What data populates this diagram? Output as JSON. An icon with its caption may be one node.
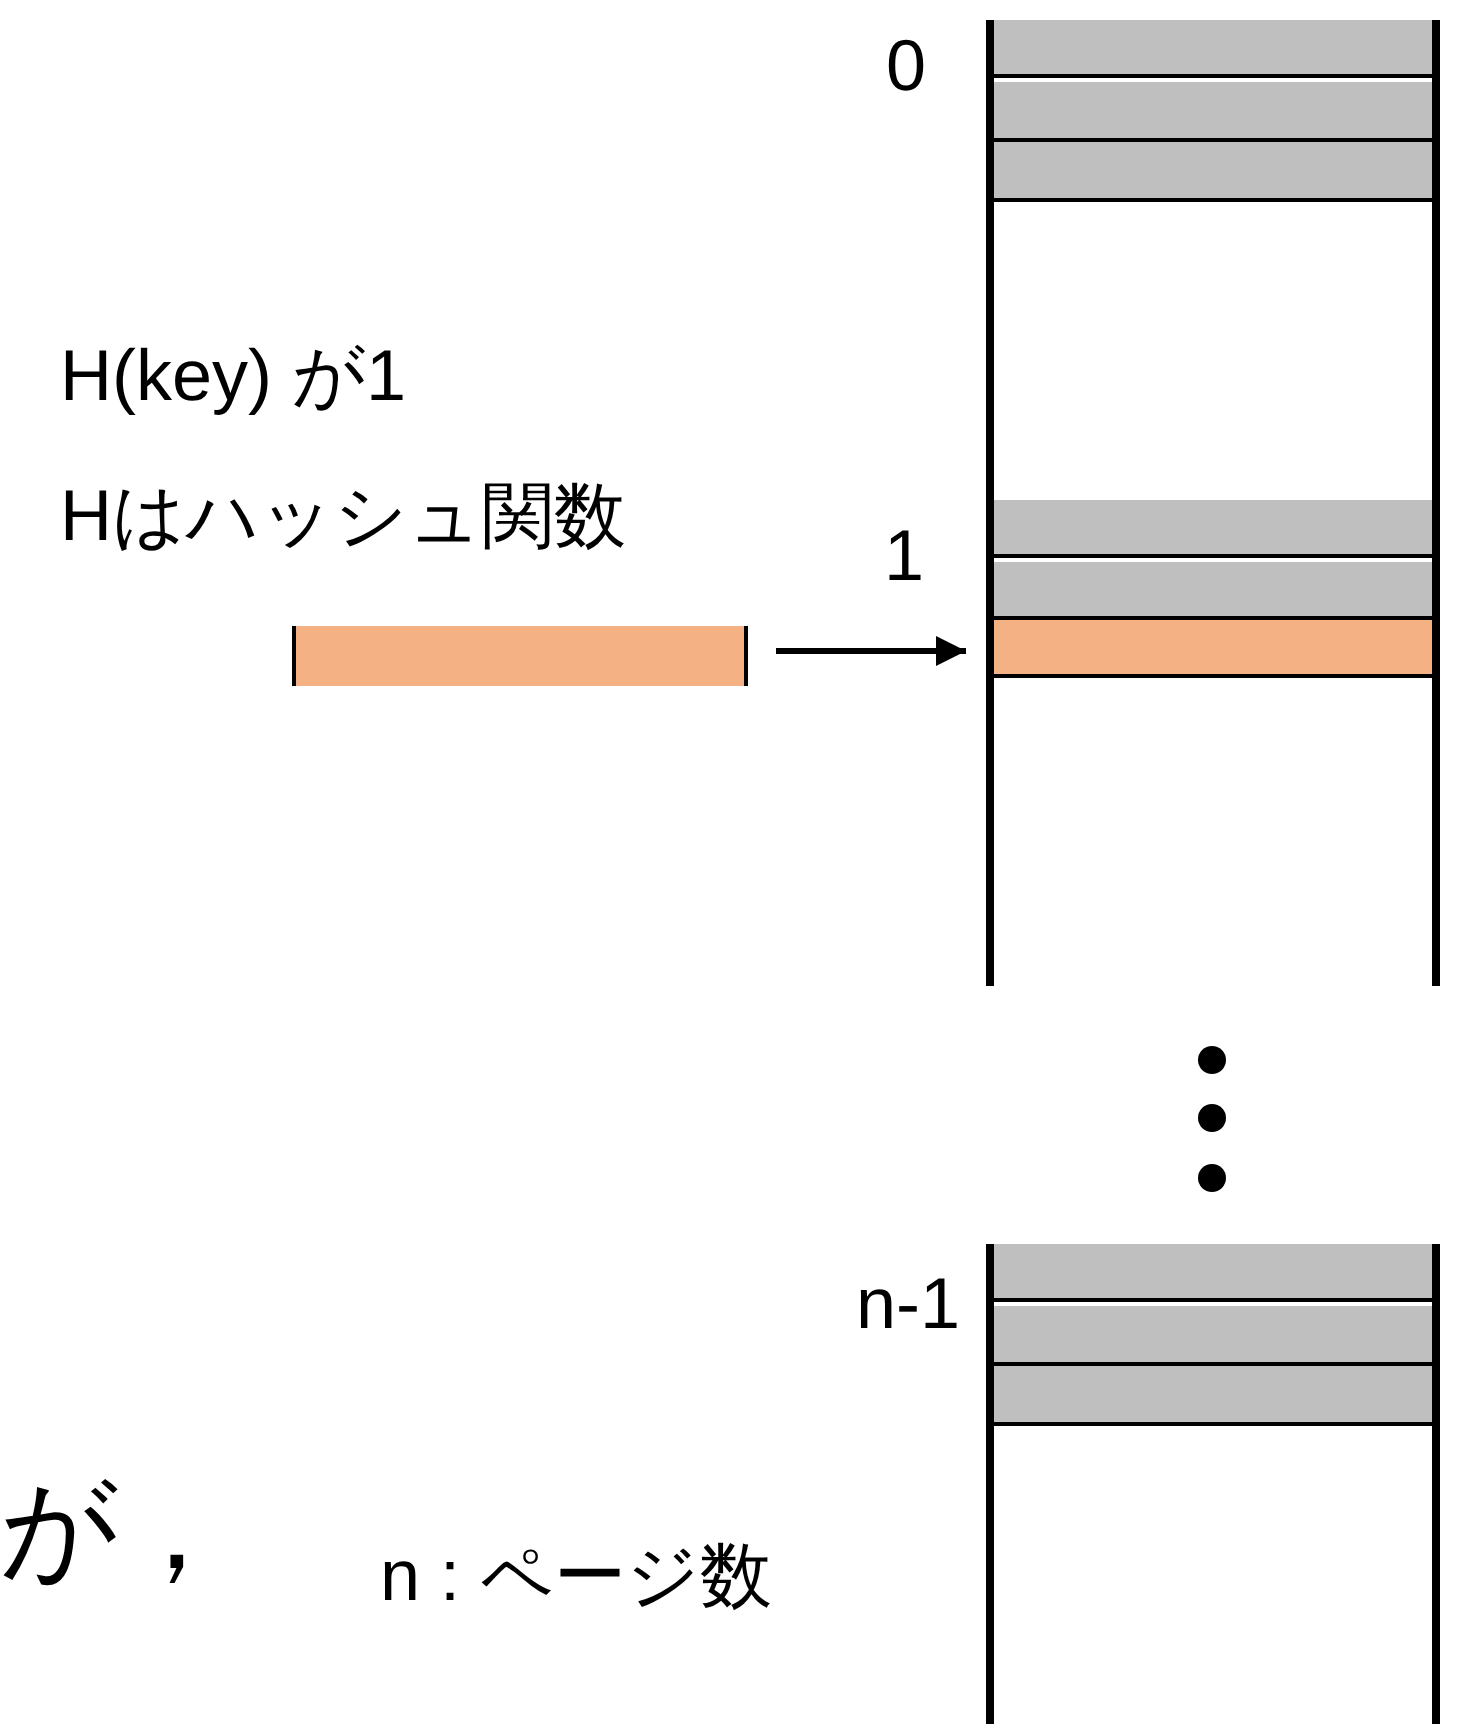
{
  "diagram": {
    "nodes": [
      {
        "text": [],
        "shape": "box",
        "beside": [
          "0"
        ]
      },
      {
        "text": [],
        "shape": "box",
        "beside": [
          "1"
        ]
      },
      {
        "text": [],
        "shape": "bar",
        "in": 1
      },
      {
        "text": [],
        "shape": "box",
        "beside": [
          "n-1"
        ]
      },
      {
        "text": [],
        "shape": "bar"
      }
    ],
    "edges": [
      {
        "from": 4,
        "to": 2,
        "arrow": "to"
      }
    ],
    "labels": [
      "H(key) が1",
      "Hはハッシュ関数",
      "が，",
      "n : ページ数"
    ]
  }
}
